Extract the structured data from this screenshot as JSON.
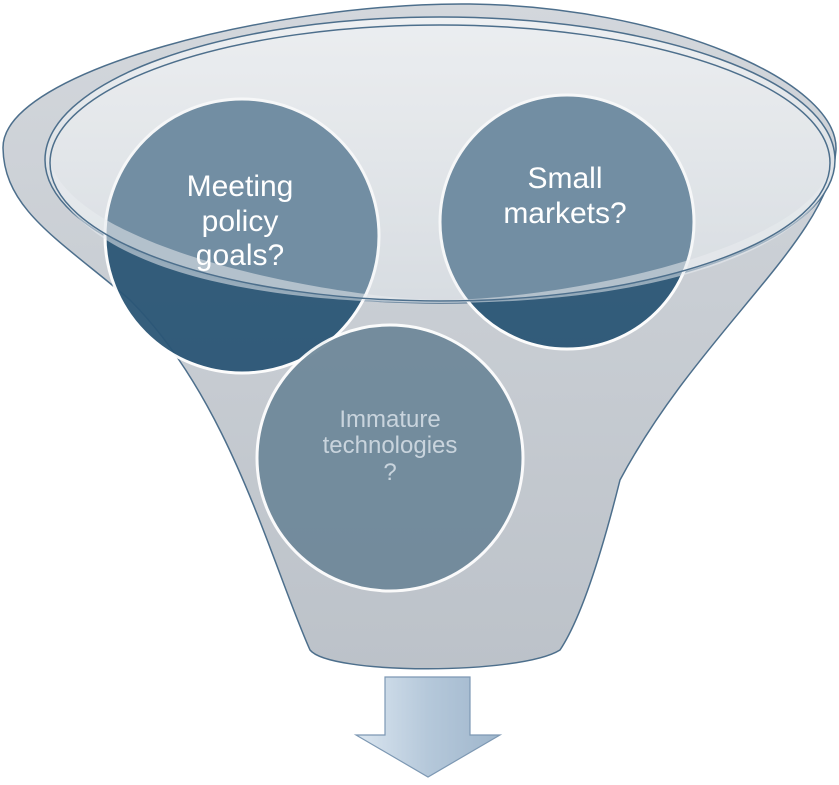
{
  "diagram": {
    "type": "funnel",
    "items": [
      {
        "label": "Meeting\npolicy\ngoals?",
        "color": "#2b5676"
      },
      {
        "label": "Small\nmarkets?",
        "color": "#2b5676"
      },
      {
        "label": "Immature\ntechnologies\n?",
        "color": "#6d8799"
      }
    ],
    "output_arrow": {
      "direction": "down"
    }
  },
  "colors": {
    "funnel_fill": "#c9ced4",
    "funnel_outline": "#4d6f8c",
    "rim_fill": "#dfe3e7",
    "circle_dark": "#2b5676",
    "circle_light": "#6d8799",
    "arrow_fill": "#a9bfd4"
  }
}
